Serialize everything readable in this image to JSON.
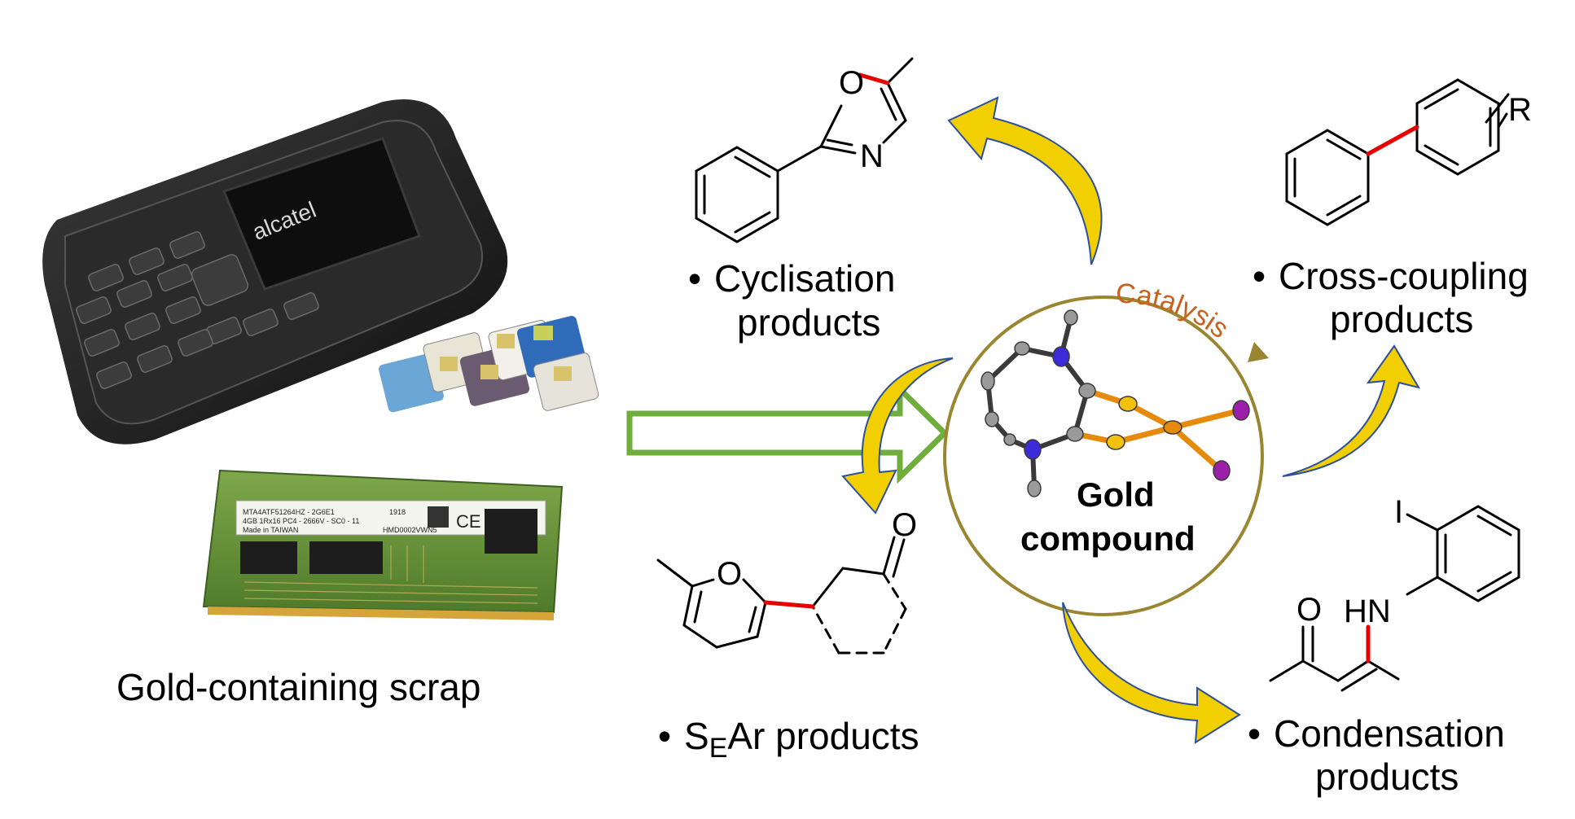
{
  "scrap": {
    "label": "Gold-containing scrap",
    "phone_brand": "alcatel",
    "ram_part": "MTA4ATF51264HZ - 2G6E1",
    "ram_spec": "4GB 1Rx16  PC4 - 2666V - SC0 - 11",
    "ram_origin": "Made in TAIWAN",
    "ram_serial": "HMD0002VWN5",
    "ram_code": "1918",
    "ram_mark": "CE"
  },
  "center": {
    "line1": "Gold",
    "line2": "compound",
    "arc_label": "Catalysis"
  },
  "products": {
    "cyclisation": {
      "bullet": "•",
      "line1": "Cyclisation",
      "line2": "products"
    },
    "cross_coupling": {
      "bullet": "•",
      "line1": "Cross-coupling",
      "line2": "products"
    },
    "sear": {
      "bullet": "•",
      "prefix": "S",
      "subscript": "E",
      "rest": "Ar products"
    },
    "condensation": {
      "bullet": "•",
      "line1": "Condensation",
      "line2": "products"
    }
  },
  "atoms": {
    "oxazole_o": "O",
    "oxazole_n": "N",
    "biaryl_r": "R",
    "furan_o": "O",
    "ketone_o": "O",
    "iodo": "I",
    "amine": "HN",
    "enone_o": "O"
  },
  "colors": {
    "arrow_green": "#6fae3c",
    "arrow_yellow": "#f2cf00",
    "arrow_edge": "#2d4f9e",
    "circle_ring": "#9a8530",
    "new_bond": "#e60000",
    "catalysis": "#c8611e",
    "sulfur": "#f2c20a",
    "gold": "#e68a0c",
    "iodine": "#9b1fa8",
    "nitrogen": "#3b2bd8",
    "carbon": "#9a9a9a"
  }
}
